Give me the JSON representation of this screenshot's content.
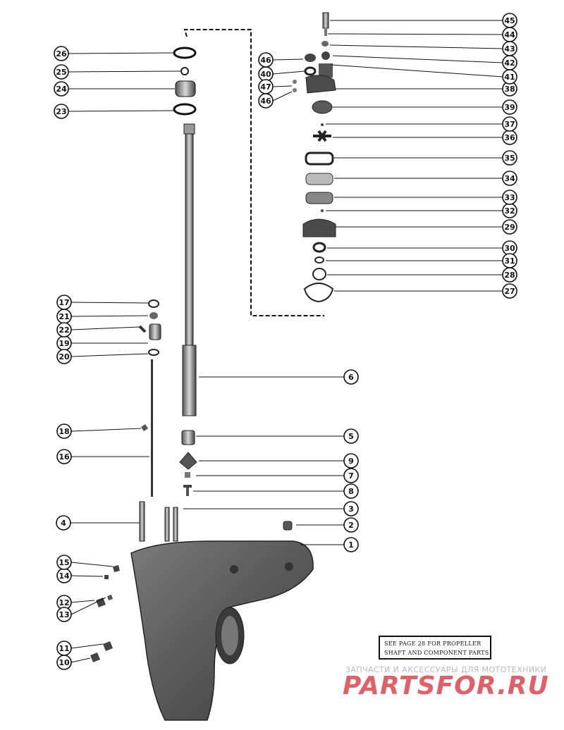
{
  "callouts": [
    {
      "n": "1"
    },
    {
      "n": "2"
    },
    {
      "n": "3"
    },
    {
      "n": "4"
    },
    {
      "n": "5"
    },
    {
      "n": "6"
    },
    {
      "n": "7"
    },
    {
      "n": "8"
    },
    {
      "n": "9"
    },
    {
      "n": "10"
    },
    {
      "n": "11"
    },
    {
      "n": "12"
    },
    {
      "n": "13"
    },
    {
      "n": "14"
    },
    {
      "n": "15"
    },
    {
      "n": "16"
    },
    {
      "n": "17"
    },
    {
      "n": "18"
    },
    {
      "n": "19"
    },
    {
      "n": "20"
    },
    {
      "n": "21"
    },
    {
      "n": "22"
    },
    {
      "n": "23"
    },
    {
      "n": "24"
    },
    {
      "n": "25"
    },
    {
      "n": "26"
    },
    {
      "n": "27"
    },
    {
      "n": "28"
    },
    {
      "n": "29"
    },
    {
      "n": "30"
    },
    {
      "n": "31"
    },
    {
      "n": "32"
    },
    {
      "n": "33"
    },
    {
      "n": "34"
    },
    {
      "n": "35"
    },
    {
      "n": "36"
    },
    {
      "n": "37"
    },
    {
      "n": "38"
    },
    {
      "n": "39"
    },
    {
      "n": "40"
    },
    {
      "n": "41"
    },
    {
      "n": "42"
    },
    {
      "n": "43"
    },
    {
      "n": "44"
    },
    {
      "n": "45"
    },
    {
      "n": "46"
    },
    {
      "n": "47"
    },
    {
      "n": "46"
    }
  ],
  "note": {
    "line1": "SEE PAGE 28 FOR PROPELLER",
    "line2": "SHAFT AND COMPONENT PARTS"
  },
  "watermark": {
    "caption": "ЗАПЧАСТИ И АКСЕССУАРЫ ДЛЯ МОТОТЕХНИКИ",
    "logo": "PARTSFOR.RU"
  }
}
